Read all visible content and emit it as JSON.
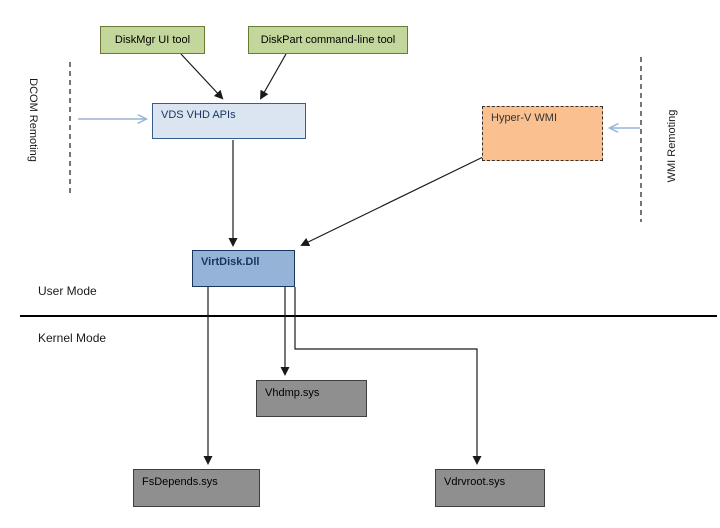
{
  "nodes": {
    "diskmgr": "DiskMgr UI tool",
    "diskpart": "DiskPart command-line tool",
    "vds": "VDS VHD APIs",
    "hyperv": "Hyper-V WMI",
    "virtdisk": "VirtDisk.Dll",
    "vhdmp": "Vhdmp.sys",
    "fsdepends": "FsDepends.sys",
    "vdrvroot": "Vdrvroot.sys"
  },
  "labels": {
    "dcom_remoting": "DCOM Remoting",
    "wmi_remoting": "WMI Remoting",
    "user_mode": "User Mode",
    "kernel_mode": "Kernel Mode"
  },
  "colors": {
    "tool_box_fill": "#c3d69b",
    "tool_box_border": "#6a7a35",
    "api_box_fill": "#dbe5f1",
    "api_box_border": "#385d8a",
    "api_text": "#17365d",
    "wmi_box_fill": "#fac090",
    "wmi_box_border": "#333333",
    "virtdisk_fill": "#95b3d7",
    "virtdisk_border": "#17365d",
    "driver_fill": "#8f8f8f",
    "driver_border": "#404040",
    "remoting_arrow": "#95b3d7"
  }
}
